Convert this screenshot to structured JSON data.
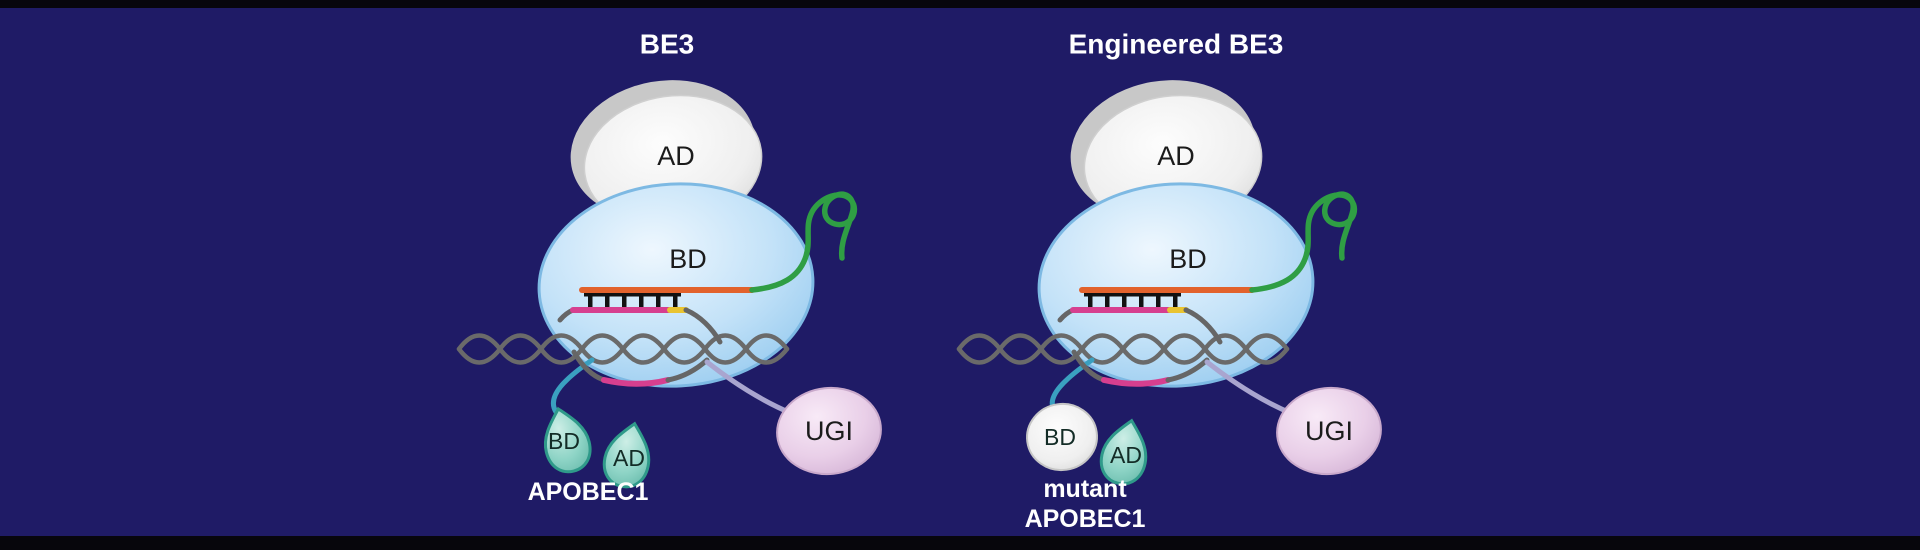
{
  "figures": [
    {
      "title": "BE3",
      "cas9_ad_label": "AD",
      "cas9_bd_label": "BD",
      "apobec_bd_label": "BD",
      "apobec_ad_label": "AD",
      "apobec_name": "APOBEC1",
      "ugi_label": "UGI"
    },
    {
      "title": "Engineered BE3",
      "cas9_ad_label": "AD",
      "cas9_bd_label": "BD",
      "apobec_bd_label": "BD",
      "apobec_ad_label": "AD",
      "apobec_name_line1": "mutant",
      "apobec_name_line2": "APOBEC1",
      "ugi_label": "UGI"
    }
  ],
  "colors": {
    "background_navy": "#1f1b66",
    "edge_bar_black": "#07060c",
    "cas9_body_blue": "#bfe0f7",
    "ad_dome_gray": "#ededed",
    "sgrna_green": "#2f9e44",
    "dna_gray": "#666666",
    "guide_orange": "#e2622c",
    "base_pair_black": "#111111",
    "edited_strand_pink": "#d63f8f",
    "pam_yellow": "#e9c431",
    "linker_cyan": "#3aa0c0",
    "linker_lavender": "#a9a5cf",
    "apobec_teal": "#8ed4c6",
    "apobec_outline_teal": "#2f9a8a",
    "ugi_pink": "#e9cfe8",
    "label_dark": "#1b1b1b",
    "label_light": "#ffffff"
  }
}
